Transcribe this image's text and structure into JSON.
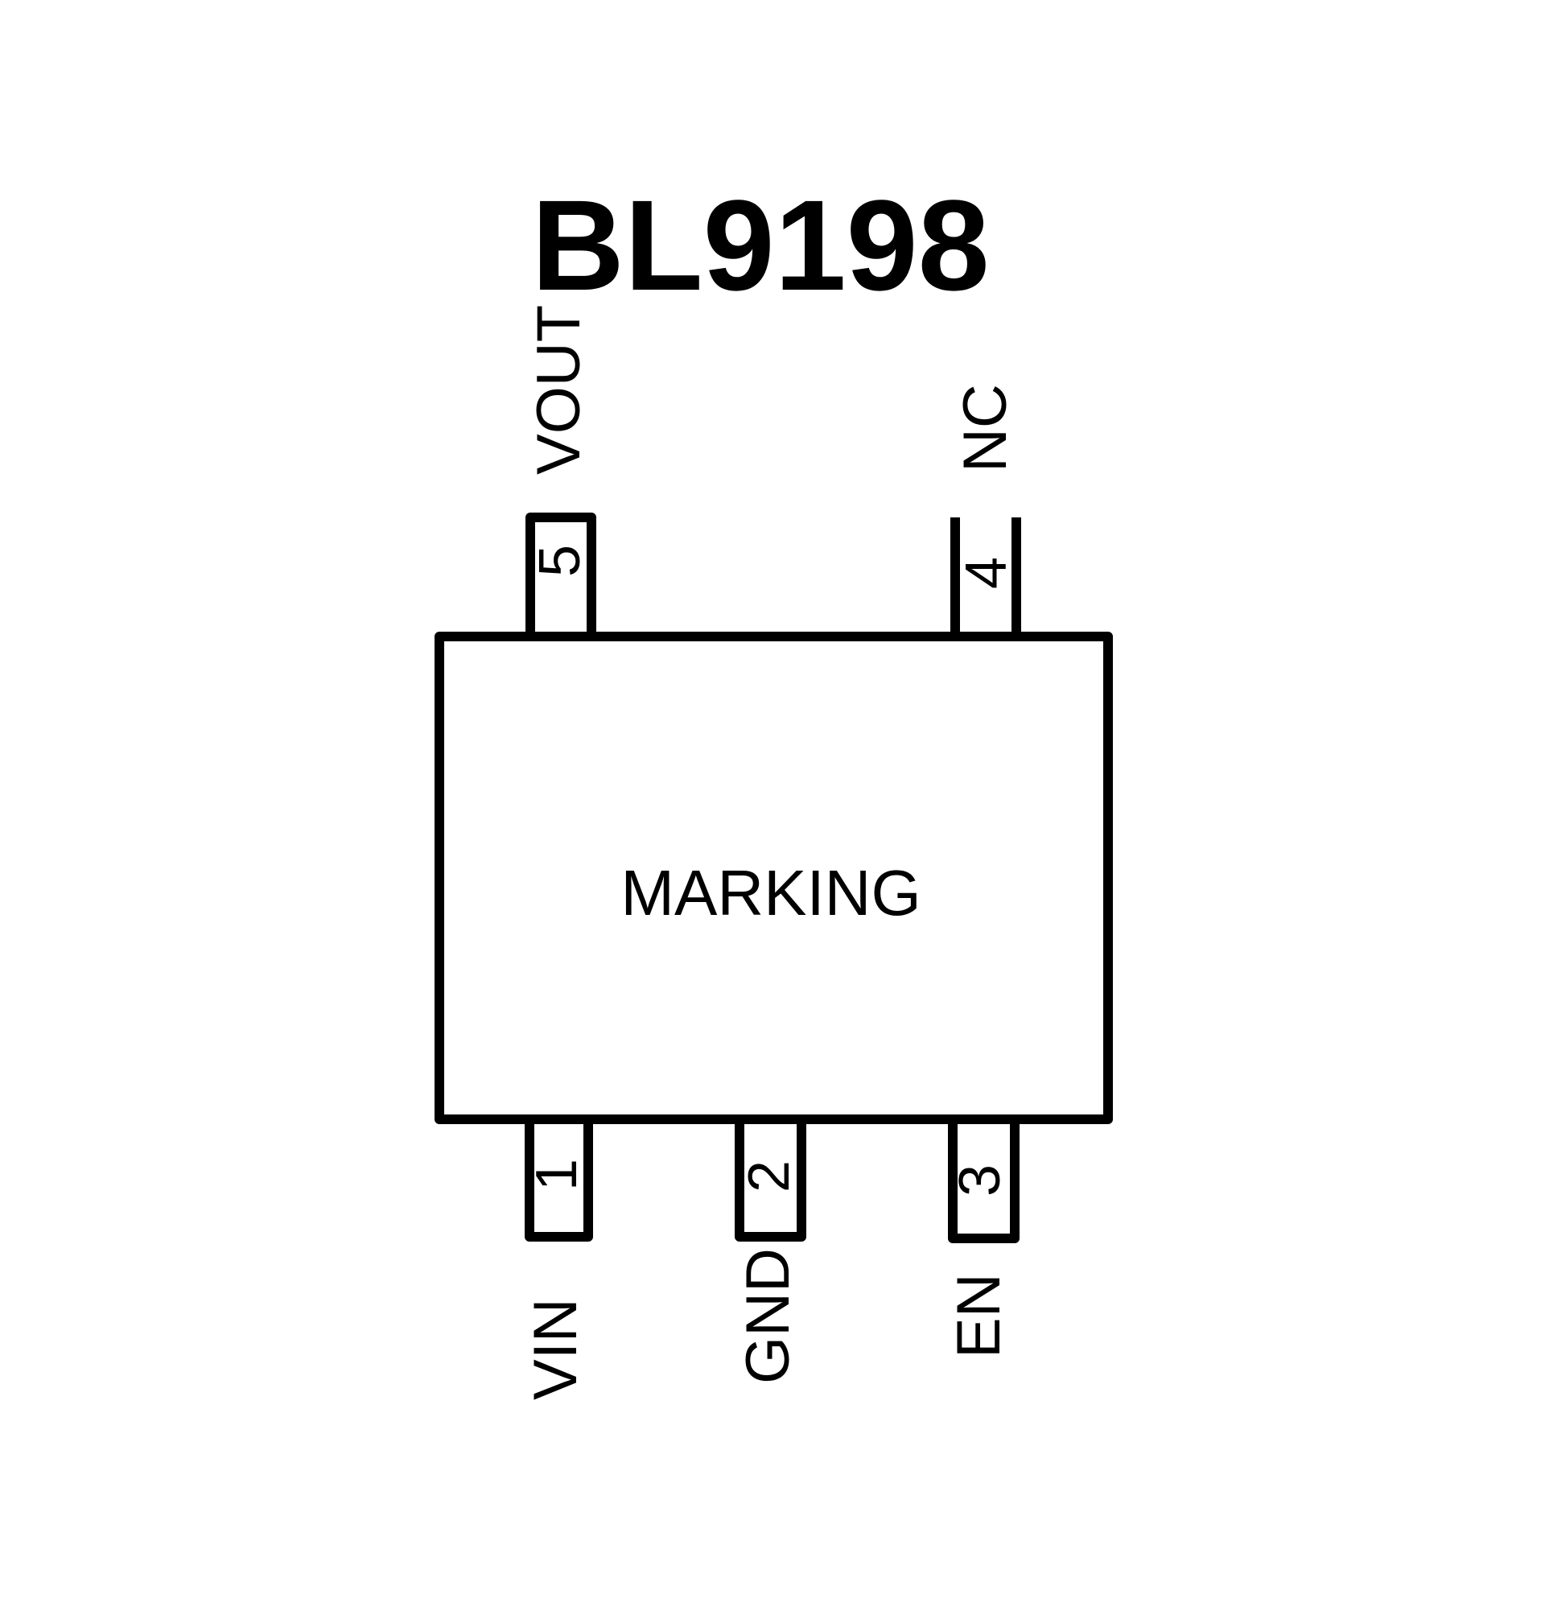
{
  "title": "BL9198",
  "package": {
    "marking": "MARKING",
    "pins": [
      {
        "number": "1",
        "name": "VIN",
        "side": "bottom"
      },
      {
        "number": "2",
        "name": "GND",
        "side": "bottom"
      },
      {
        "number": "3",
        "name": "EN",
        "side": "bottom"
      },
      {
        "number": "4",
        "name": "NC",
        "side": "top"
      },
      {
        "number": "5",
        "name": "VOUT",
        "side": "top"
      }
    ]
  },
  "colors": {
    "line": "#000000",
    "background": "#ffffff"
  }
}
